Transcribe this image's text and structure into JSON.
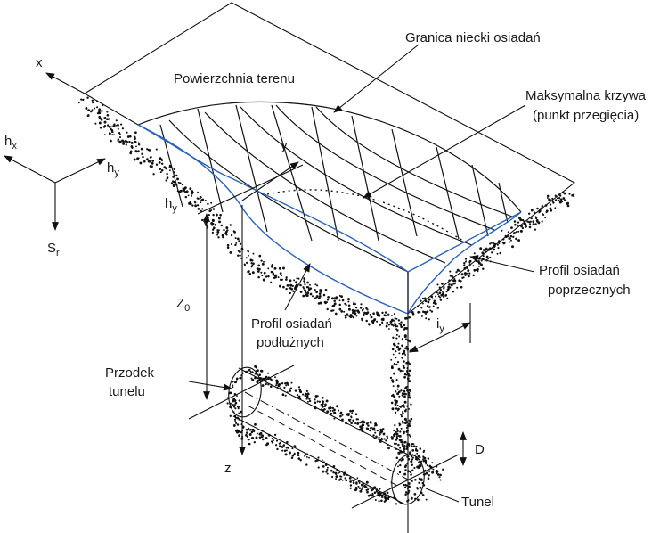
{
  "labels": {
    "x_axis": "x",
    "y_axis": "y",
    "z_axis": "z",
    "hx_base": "h",
    "hx_sub": "x",
    "hy_base": "h",
    "hy_sub": "y",
    "hy2_base": "h",
    "hy2_sub": "y",
    "sr_base": "S",
    "sr_sub": "r",
    "z0_base": "Z",
    "z0_sub": "0",
    "iy_base": "i",
    "iy_sub": "y",
    "d": "D",
    "surface": "Powierzchnia terenu",
    "boundary": "Granica niecki osiadań",
    "max_curve_1": "Maksymalna krzywa",
    "max_curve_2": "(punkt przegięcia)",
    "transverse_1": "Profil osiadań",
    "transverse_2": "poprzecznych",
    "longitudinal_1": "Profil osiadań",
    "longitudinal_2": "podłużnych",
    "face_1": "Przodek",
    "face_2": "tunelu",
    "tunnel": "Tunel"
  },
  "colors": {
    "profile_lines": "#2b63b8",
    "line": "#111111",
    "soil_dots": "#111111"
  }
}
